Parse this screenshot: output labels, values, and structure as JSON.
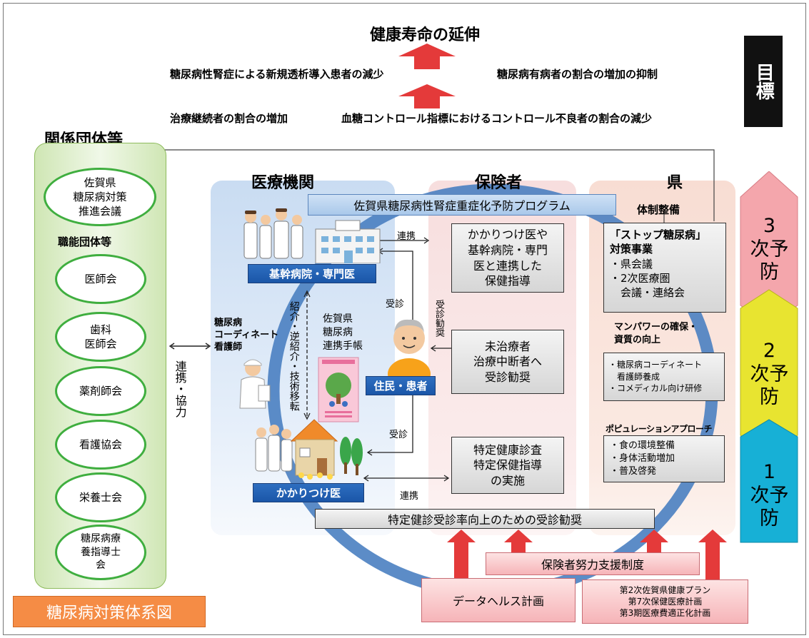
{
  "goals": {
    "top": "健康寿命の延伸",
    "mid_left": "糖尿病性腎症による新規透析導入患者の減少",
    "mid_right": "糖尿病有病者の割合の増加の抑制",
    "bottom_left": "治療継続者の割合の増加",
    "bottom_right": "血糖コントロール指標におけるコントロール不良者の割合の減少",
    "label": "目標"
  },
  "kankei": {
    "title": "関係団体等",
    "council": "佐賀県\n糖尿病対策\n推進会議",
    "subheading": "職能団体等",
    "members": [
      "医師会",
      "歯科\n医師会",
      "薬剤師会",
      "看護協会",
      "栄養士会",
      "糖尿病療\n養指導士\n会"
    ],
    "link_label": "連携・協力"
  },
  "iryo": {
    "title": "医療機関",
    "hospital": "基幹病院・専門医",
    "clinic": "かかりつけ医",
    "nurse_title": "糖尿病\nコーディネート\n看護師",
    "referral": "紹介・逆紹介・技術移転",
    "notebook": "佐賀県\n糖尿病\n連携手帳"
  },
  "hokensha": {
    "title": "保険者",
    "program": "佐賀県糖尿病性腎症重症化予防プログラム",
    "box1": "かかりつけ医や\n基幹病院・専門\n医と連携した\n保健指導",
    "box2": "未治療者\n治療中断者へ\n受診勧奨",
    "box3": "特定健康診査\n特定保健指導\nの実施",
    "patient": "住民・患者",
    "renkei": "連携",
    "jushin": "受診",
    "jushin_kansho": "受診勧奨",
    "bottom_bar": "特定健診受診率向上のための受診勧奨"
  },
  "ken": {
    "title": "県",
    "taisei": "体制整備",
    "stop_title": "「ストップ糖尿病」\n対策事業",
    "stop_items": [
      "・県会議",
      "・2次医療圏\n　会議・連絡会"
    ],
    "manpower_title": "マンパワーの確保・\n資質の向上",
    "manpower_items": [
      "・糖尿病コーディネート\n　看護師養成",
      "・コメディカル向け研修"
    ],
    "population_title": "ポピュレーションアプローチ",
    "population_items": [
      "・食の環境整備",
      "・身体活動増加",
      "・普及啓発"
    ]
  },
  "prevention": {
    "tertiary": "3\n次予防",
    "secondary": "2\n次予防",
    "primary": "1\n次予防"
  },
  "bottom": {
    "support": "保険者努力支援制度",
    "datahealth": "データヘルス計画",
    "plans": "第2次佐賀県健康プラン\n第7次保健医療計画\n第3期医療費適正化計画",
    "system_label": "糖尿病対策体系図"
  },
  "colors": {
    "arrow_red": "#e03030",
    "ring_blue": "#3f78c0",
    "green": "#3fae3f",
    "pink": "#f4a6ac",
    "yellow": "#e8e430",
    "teal": "#16b0d6",
    "orange_label": "#f58c45"
  }
}
